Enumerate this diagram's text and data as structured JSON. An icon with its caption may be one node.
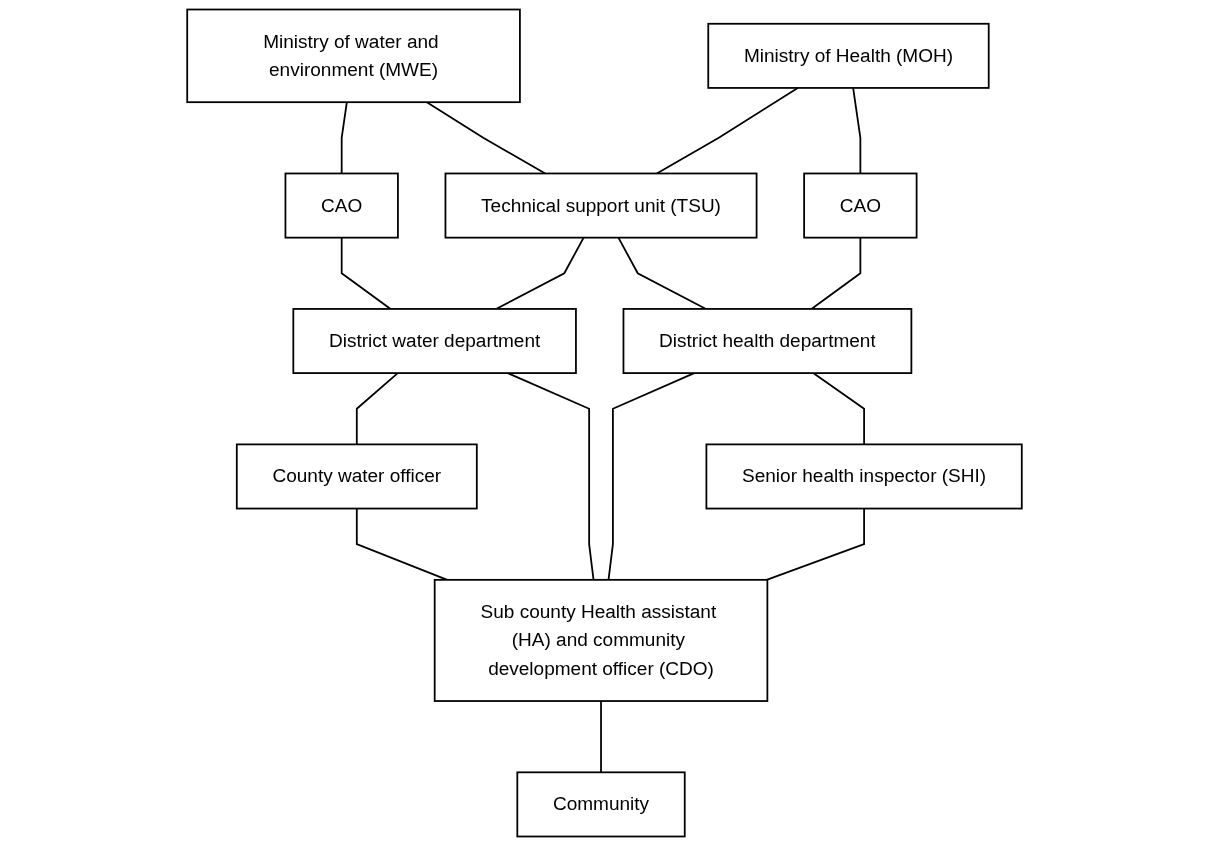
{
  "diagram": {
    "nodes": [
      {
        "text": [
          "Ministry of water and environment (MWE)"
        ]
      },
      {
        "text": [
          "Ministry of Health (MOH)"
        ]
      },
      {
        "text": [
          "Technical support unit (TSU)"
        ]
      },
      {
        "text": [
          "CAO"
        ]
      },
      {
        "text": [
          "CAO"
        ]
      },
      {
        "text": [
          "District water department"
        ]
      },
      {
        "text": [
          "District health department"
        ]
      },
      {
        "text": [
          "County water officer"
        ]
      },
      {
        "text": [
          "Senior health inspector (SHI)"
        ]
      },
      {
        "text": [
          "Sub county Health assistant (HA) and community development officer (CDO)"
        ]
      },
      {
        "text": [
          "Community"
        ]
      }
    ],
    "edges": [
      {
        "from": 0,
        "to": 3,
        "arrow": "none"
      },
      {
        "from": 0,
        "to": 2,
        "arrow": "none"
      },
      {
        "from": 1,
        "to": 2,
        "arrow": "none"
      },
      {
        "from": 1,
        "to": 4,
        "arrow": "none"
      },
      {
        "from": 3,
        "to": 5,
        "arrow": "none"
      },
      {
        "from": 4,
        "to": 6,
        "arrow": "none"
      },
      {
        "from": 2,
        "to": 5,
        "arrow": "none"
      },
      {
        "from": 2,
        "to": 6,
        "arrow": "none"
      },
      {
        "from": 5,
        "to": 7,
        "arrow": "none"
      },
      {
        "from": 5,
        "to": 9,
        "arrow": "none"
      },
      {
        "from": 6,
        "to": 9,
        "arrow": "none"
      },
      {
        "from": 6,
        "to": 8,
        "arrow": "none"
      },
      {
        "from": 7,
        "to": 9,
        "arrow": "none"
      },
      {
        "from": 8,
        "to": 9,
        "arrow": "none"
      },
      {
        "from": 9,
        "to": 10,
        "arrow": "none"
      }
    ]
  }
}
